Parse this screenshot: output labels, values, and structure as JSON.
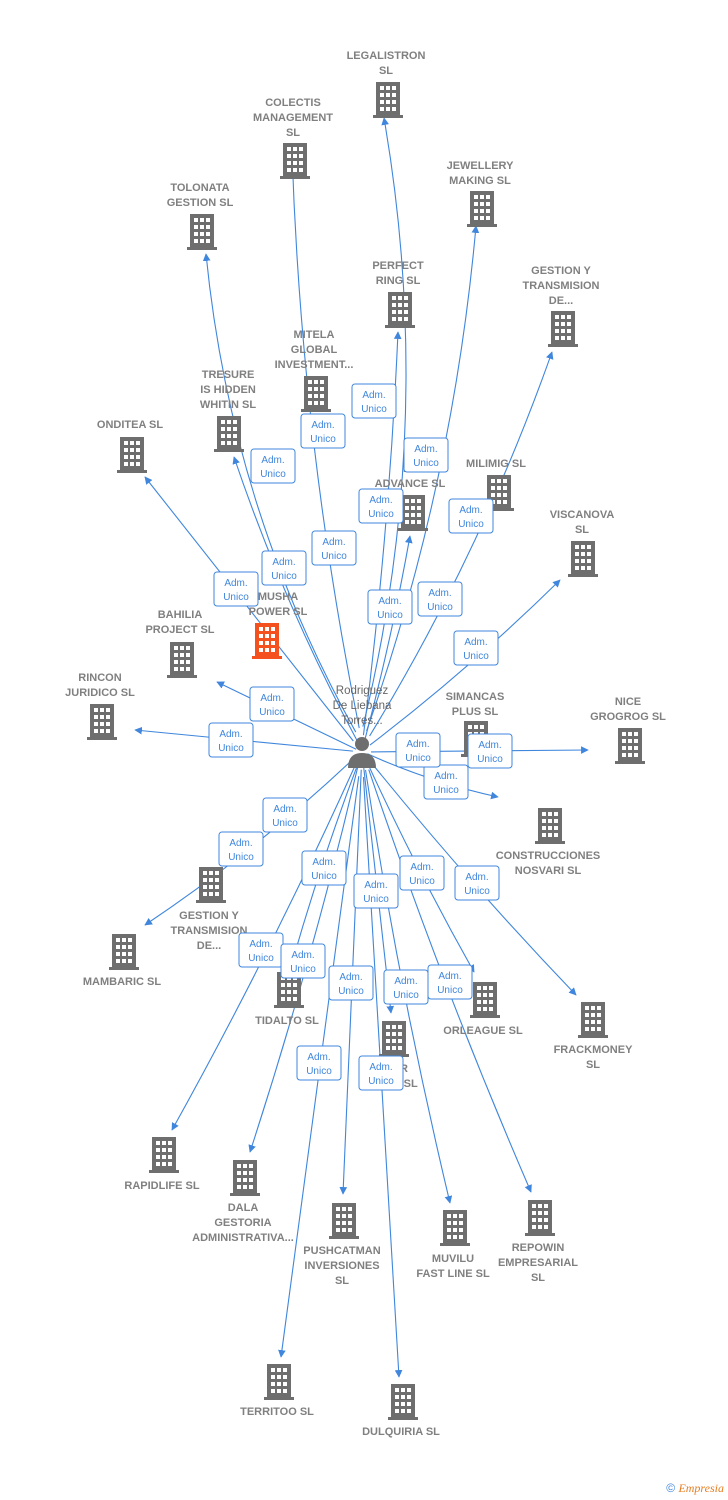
{
  "colors": {
    "edge": "#3f86dc",
    "building": "#6e6e6e",
    "highlight": "#f4511e",
    "person": "#6e6e6e"
  },
  "center": {
    "name_lines": [
      "Rodriguez",
      "De Liebana",
      "Torres..."
    ],
    "icon": "person-icon"
  },
  "badge": {
    "line1": "Adm.",
    "line2": "Unico"
  },
  "companies": [
    {
      "id": "legalistron",
      "lines": [
        "LEGALISTRON",
        "SL"
      ],
      "icon": "building-icon"
    },
    {
      "id": "colectis",
      "lines": [
        "COLECTIS",
        "MANAGEMENT",
        "SL"
      ],
      "icon": "building-icon"
    },
    {
      "id": "jewellery",
      "lines": [
        "JEWELLERY",
        "MAKING  SL"
      ],
      "icon": "building-icon"
    },
    {
      "id": "tolonata",
      "lines": [
        "TOLONATA",
        "GESTION  SL"
      ],
      "icon": "building-icon"
    },
    {
      "id": "perfect",
      "lines": [
        "PERFECT",
        "RING  SL"
      ],
      "icon": "building-icon"
    },
    {
      "id": "gestion1",
      "lines": [
        "GESTION Y",
        "TRANSMISION",
        "DE..."
      ],
      "icon": "building-icon"
    },
    {
      "id": "mitela",
      "lines": [
        "MITELA",
        "GLOBAL",
        "INVESTMENT..."
      ],
      "icon": "building-icon"
    },
    {
      "id": "tresure",
      "lines": [
        "TRESURE",
        "IS HIDDEN",
        "WHITIN  SL"
      ],
      "icon": "building-icon"
    },
    {
      "id": "onditea",
      "lines": [
        "ONDITEA  SL"
      ],
      "icon": "building-icon"
    },
    {
      "id": "fe",
      "lines": [
        "FE",
        "ADVANCE  SL"
      ],
      "icon": "building-icon"
    },
    {
      "id": "milimig",
      "lines": [
        "MILIMIG  SL"
      ],
      "icon": "building-icon"
    },
    {
      "id": "viscanova",
      "lines": [
        "VISCANOVA",
        "SL"
      ],
      "icon": "building-icon"
    },
    {
      "id": "musha",
      "lines": [
        "MUSHA",
        "POWER  SL"
      ],
      "icon": "building-icon"
    },
    {
      "id": "bahilia",
      "lines": [
        "BAHILIA",
        "PROJECT  SL"
      ],
      "icon": "building-icon"
    },
    {
      "id": "rincon",
      "lines": [
        "RINCON",
        "JURIDICO SL"
      ],
      "icon": "building-icon"
    },
    {
      "id": "simancas",
      "lines": [
        "SIMANCAS",
        "PLUS  SL"
      ],
      "icon": "building-icon"
    },
    {
      "id": "nice",
      "lines": [
        "NICE",
        "GROGROG  SL"
      ],
      "icon": "building-icon"
    },
    {
      "id": "construcciones",
      "lines": [
        "CONSTRUCCIONES",
        "NOSVARI SL"
      ],
      "icon": "building-icon"
    },
    {
      "id": "gestion2",
      "lines": [
        "GESTION Y",
        "TRANSMISION",
        "DE..."
      ],
      "icon": "building-icon"
    },
    {
      "id": "mambaric",
      "lines": [
        "MAMBARIC  SL"
      ],
      "icon": "building-icon"
    },
    {
      "id": "tidalto",
      "lines": [
        "TIDALTO  SL"
      ],
      "icon": "building-icon"
    },
    {
      "id": "orleague",
      "lines": [
        "ORLEAGUE  SL"
      ],
      "icon": "building-icon"
    },
    {
      "id": "frackmoney",
      "lines": [
        "FRACKMONEY",
        "SL"
      ],
      "icon": "building-icon"
    },
    {
      "id": "ar",
      "lines": [
        "AR",
        "B        S  SL"
      ],
      "icon": "building-icon"
    },
    {
      "id": "rapidlife",
      "lines": [
        "RAPIDLIFE  SL"
      ],
      "icon": "building-icon"
    },
    {
      "id": "dala",
      "lines": [
        "DALA",
        "GESTORIA",
        "ADMINISTRATIVA..."
      ],
      "icon": "building-icon"
    },
    {
      "id": "pushcatman",
      "lines": [
        "PUSHCATMAN",
        "INVERSIONES",
        "SL"
      ],
      "icon": "building-icon"
    },
    {
      "id": "muvilu",
      "lines": [
        "MUVILU",
        "FAST LINE  SL"
      ],
      "icon": "building-icon"
    },
    {
      "id": "repowin",
      "lines": [
        "REPOWIN",
        "EMPRESARIAL",
        "SL"
      ],
      "icon": "building-icon"
    },
    {
      "id": "territoo",
      "lines": [
        "TERRITOO  SL"
      ],
      "icon": "building-icon"
    },
    {
      "id": "dulquiria",
      "lines": [
        "DULQUIRIA  SL"
      ],
      "icon": "building-icon"
    }
  ],
  "footer": {
    "copyright": "©",
    "brand": "Empresia"
  }
}
